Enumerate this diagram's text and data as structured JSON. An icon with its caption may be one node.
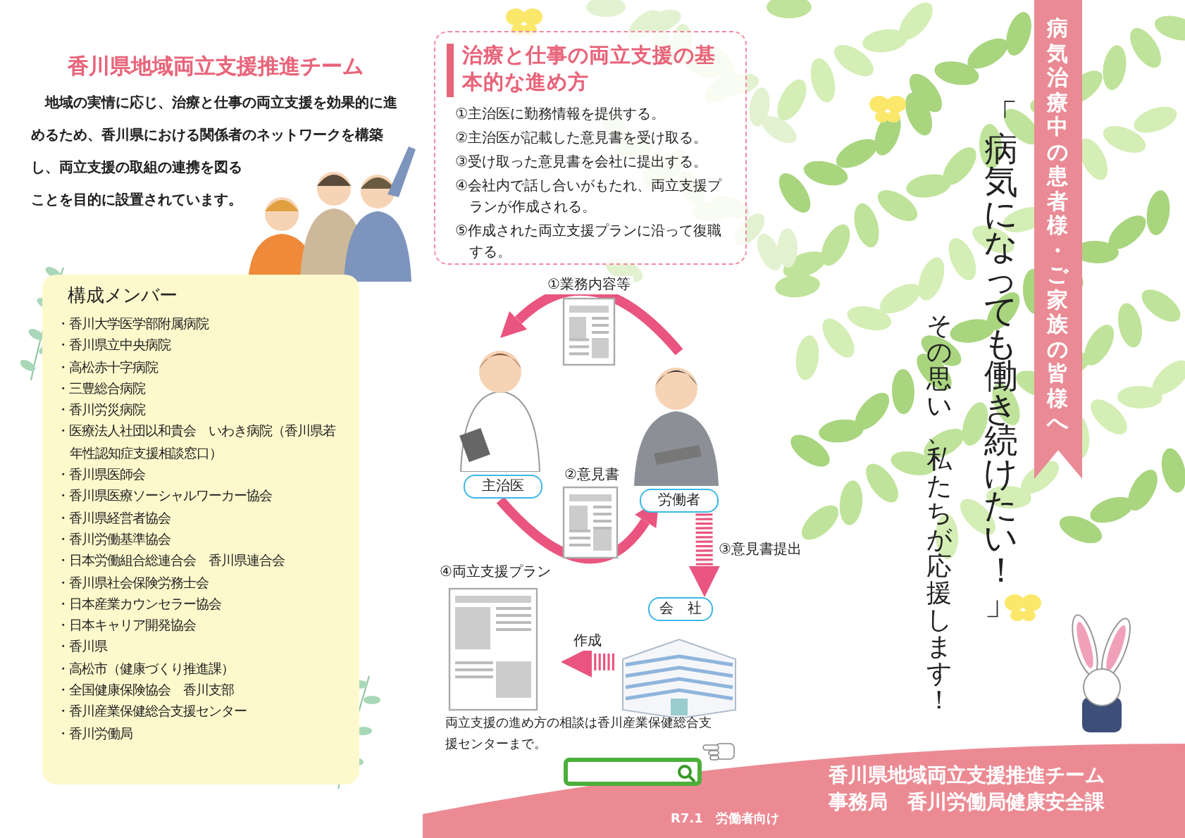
{
  "diagram": {
    "title": "香川県地域両立支援推進チーム",
    "nodes": [
      {
        "text": [
          "構成メンバー",
          "・香川大学医学部附属病院",
          "・香川県立中央病院",
          "・高松赤十字病院",
          "・三豊総合病院",
          "・香川労災病院",
          "・医療法人社団以和貴会　いわき病院（香川県若年性認知症支援相談窓口）",
          "・香川県医師会",
          "・香川県医療ソーシャルワーカー協会",
          "・香川県経営者協会",
          "・香川労働基準協会",
          "・日本労働組合総連合会　香川県連合会",
          "・香川県社会保険労務士会",
          "・日本産業カウンセラー協会",
          "・日本キャリア開発協会",
          "・香川県",
          "・高松市（健康づくり推進課）",
          "・全国健康保険協会　香川支部",
          "・香川産業保健総合支援センター",
          "・香川労働局"
        ]
      },
      {
        "text": [
          "治療と仕事の両立支援の基本的な進め方",
          "①主治医に勤務情報を提供する。",
          "②主治医が記載した意見書を受け取る。",
          "③受け取った意見書を会社に提出する。",
          "④会社内で話し合いがもたれ、両立支援プランが作成される。",
          "⑤作成された両立支援プランに沿って復職する。"
        ]
      },
      {
        "text": [
          "主治医"
        ]
      },
      {
        "text": [
          "労働者"
        ]
      },
      {
        "text": [
          "会　社"
        ]
      },
      {
        "text": [
          "④両立支援プラン"
        ]
      },
      {
        "text": [
          "病気治療中の患者様・ご家族の皆様へ"
        ]
      },
      {
        "text": [
          "香川県地域両立支援推進チーム",
          "事務局　香川労働局健康安全課"
        ]
      }
    ],
    "edges": [
      {
        "from": 3,
        "to": 2,
        "arrow": "to",
        "label": "①業務内容等"
      },
      {
        "from": 2,
        "to": 3,
        "arrow": "to",
        "label": "②意見書"
      },
      {
        "from": 3,
        "to": 4,
        "arrow": "to",
        "label": "③意見書提出",
        "style": "dashed"
      },
      {
        "from": 4,
        "to": 5,
        "arrow": "to",
        "label": "作成",
        "style": "dashed"
      }
    ],
    "labels": [
      "地域の実情に応じ、治療と仕事の両立支援を効果的に進めるため、香川県における関係者のネットワークを構築し、両立支援の取組の連携を図ることを目的に設置されています。",
      "「病気になっても働き続けたい！」",
      "その思い、私たちが応援します！",
      "両立支援の進め方の相談は香川産業保健総合支援センターまで。",
      "R7.1　労働者向け"
    ]
  }
}
